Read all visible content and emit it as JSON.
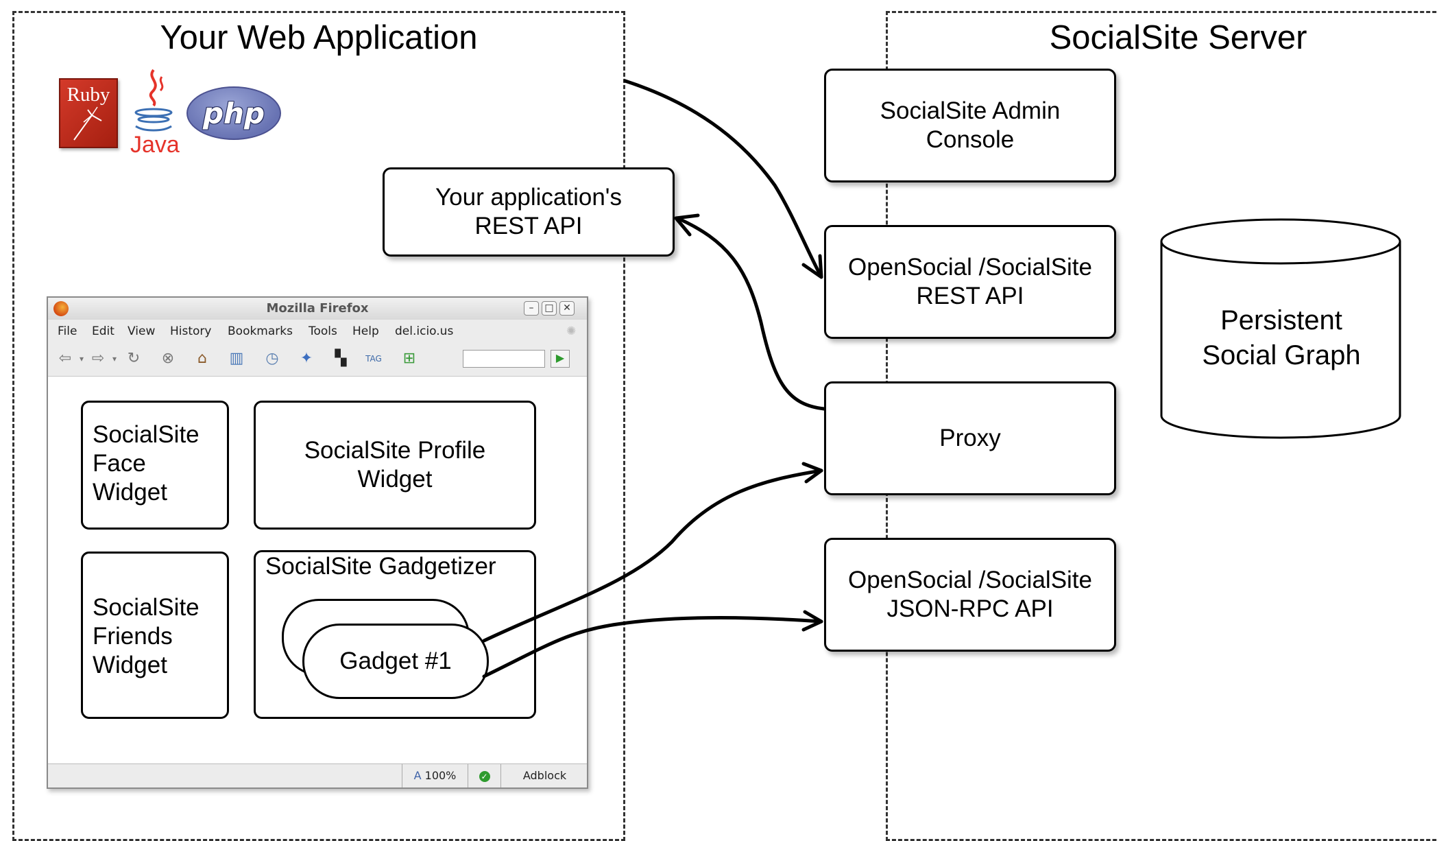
{
  "regions": {
    "left_title": "Your Web Application",
    "right_title": "SocialSite Server"
  },
  "logos": {
    "ruby": "Ruby",
    "java": "Java",
    "php": "php"
  },
  "app_rest_api": "Your application's\nREST API",
  "server_boxes": {
    "admin_console": "SocialSite Admin\nConsole",
    "opensocial_rest": "OpenSocial /SocialSite\nREST API",
    "proxy": "Proxy",
    "json_rpc": "OpenSocial /SocialSite\nJSON-RPC API"
  },
  "database": "Persistent\nSocial Graph",
  "browser": {
    "title": "Mozilla Firefox",
    "menu": [
      "File",
      "Edit",
      "View",
      "History",
      "Bookmarks",
      "Tools",
      "Help",
      "del.icio.us"
    ],
    "toolbar_icons": [
      "back-icon",
      "forward-icon",
      "reload-icon",
      "stop-icon",
      "home-icon",
      "bookmarks-icon",
      "history-icon",
      "bird-icon",
      "delicious-icon",
      "tag-icon",
      "add-icon"
    ],
    "tag_text": "TAG",
    "status": {
      "zoom": "100%",
      "adblock": "Adblock"
    },
    "widgets": {
      "face": "SocialSite\nFace\nWidget",
      "profile": "SocialSite Profile\nWidget",
      "friends": "SocialSite\nFriends\nWidget",
      "gadgetizer": "SocialSite Gadgetizer",
      "gadget": "Gadget #1"
    }
  },
  "colors": {
    "region_border": "#333333",
    "ruby": "#c0301f",
    "java": "#e5332a",
    "php": "#7b84c2"
  }
}
